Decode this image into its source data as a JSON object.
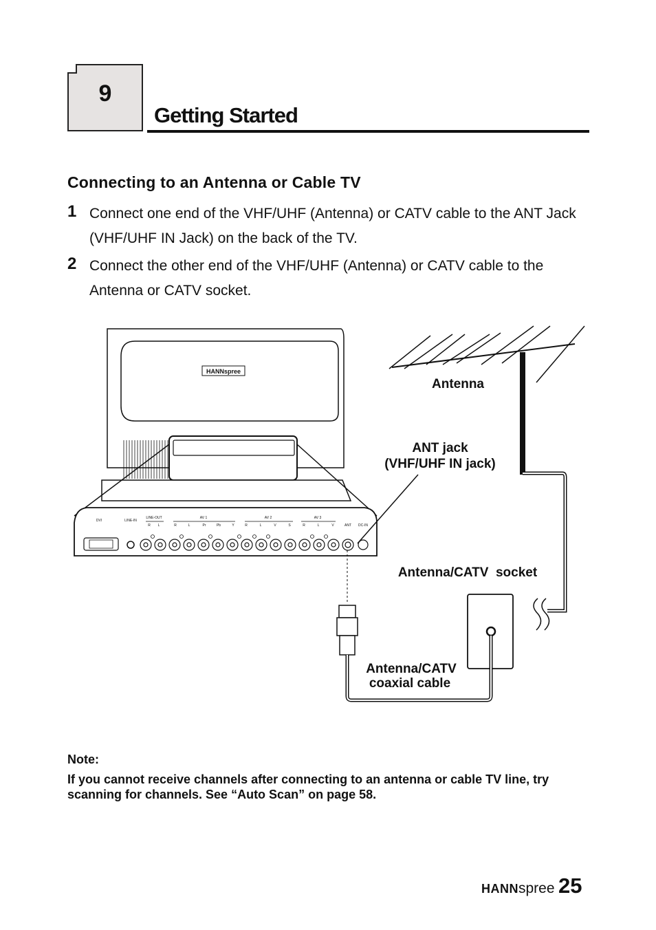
{
  "chapter": {
    "number": "9",
    "title": "Getting Started"
  },
  "section": {
    "heading": "Connecting to an Antenna or Cable TV"
  },
  "steps": [
    {
      "number": "1",
      "text": "Connect one end of the VHF/UHF (Antenna) or CATV cable to the ANT Jack (VHF/UHF IN Jack) on the back of the TV."
    },
    {
      "number": "2",
      "text": "Connect the other end of the VHF/UHF (Antenna) or CATV cable to the Antenna or CATV socket."
    }
  ],
  "diagram": {
    "labels": {
      "antenna": "Antenna",
      "ant_jack_line1": "ANT jack",
      "ant_jack_line2": "(VHF/UHF IN jack)",
      "socket": "Antenna/CATV  socket",
      "cable_line1": "Antenna/CATV",
      "cable_line2": "coaxial cable"
    },
    "tv_logo": "HANNspree",
    "panel_labels": {
      "dvi": "DVI",
      "line_in": "LINE-IN",
      "line_out": "LINE-OUT",
      "av1": "AV 1",
      "av2": "AV 2",
      "av3": "AV 3",
      "ant": "ANT",
      "dc_in": "DC-IN",
      "lo_r": "R",
      "lo_l": "L",
      "av1_r": "R",
      "av1_l": "L",
      "av1_pr": "Pr",
      "av1_pb": "Pb",
      "av1_y": "Y",
      "av2_r": "R",
      "av2_l": "L",
      "av2_v": "V",
      "av2_s": "S",
      "av3_r": "R",
      "av3_l": "L",
      "av3_v": "V"
    }
  },
  "note": {
    "heading": "Note:",
    "body": "If you cannot receive channels after connecting to an antenna or cable TV line, try scanning for channels. See “Auto Scan” on page 58."
  },
  "footer": {
    "brand_bold": "HANN",
    "brand_light": "spree",
    "page_number": "25"
  }
}
